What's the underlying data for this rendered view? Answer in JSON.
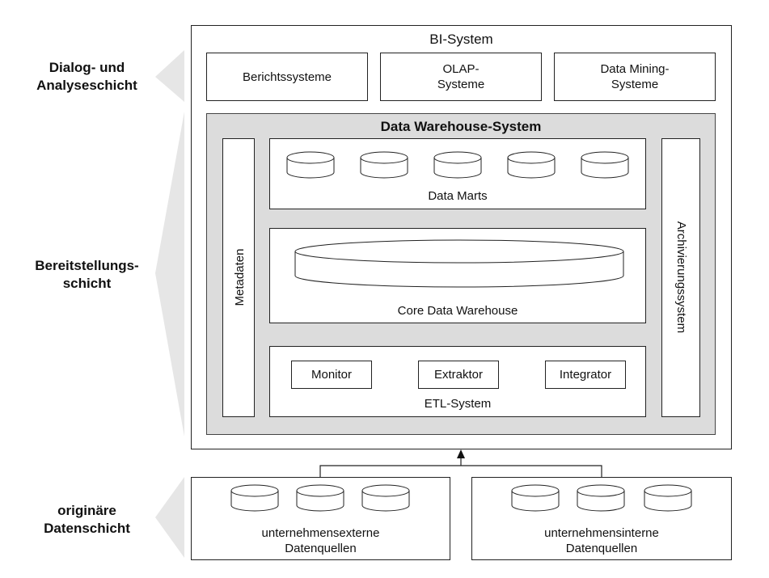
{
  "layers": {
    "dialog": "Dialog- und\nAnalyseschicht",
    "bereitstellung": "Bereitstellungs-\nschicht",
    "originaer": "originäre\nDatenschicht"
  },
  "bi_system": {
    "title": "BI-System",
    "tools": [
      "Berichtssysteme",
      "OLAP-\nSysteme",
      "Data Mining-\nSysteme"
    ]
  },
  "dwh": {
    "title": "Data Warehouse-System",
    "metadaten": "Metadaten",
    "archivierung": "Archivierungssystem",
    "data_marts": "Data Marts",
    "core": "Core Data Warehouse",
    "etl": {
      "title": "ETL-System",
      "components": [
        "Monitor",
        "Extraktor",
        "Integrator"
      ]
    }
  },
  "sources": {
    "extern": "unternehmensexterne\nDatenquellen",
    "intern": "unternehmensinterne\nDatenquellen"
  },
  "colors": {
    "dwh_background": "#dcdcdc",
    "layer_wedge": "#e6e6e6",
    "border": "#222222"
  }
}
